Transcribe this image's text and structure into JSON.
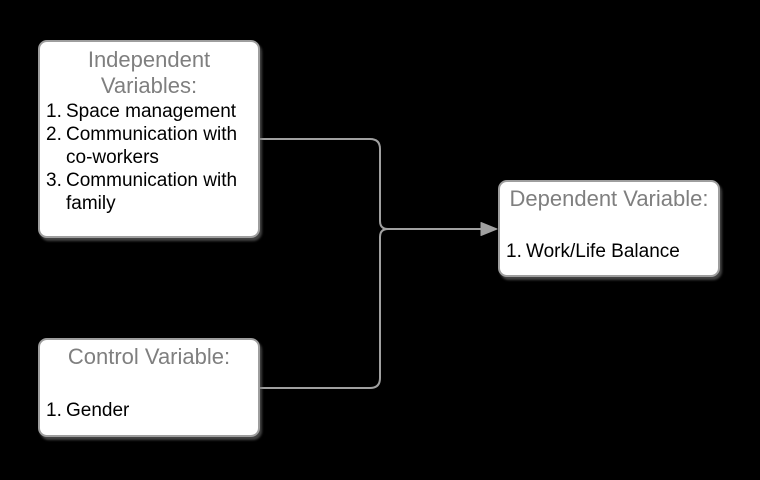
{
  "canvas": {
    "background": "#000000"
  },
  "colors": {
    "box_fill": "#ffffff",
    "box_border": "#9e9e9e",
    "title_text": "#7f7f7f",
    "list_text": "#000000",
    "connector": "#a0a0a0"
  },
  "boxes": {
    "independent": {
      "title": "Independent\nVariables:",
      "items": [
        {
          "num": "1.",
          "text": "Space management"
        },
        {
          "num": "2.",
          "text": "Communication with co-workers"
        },
        {
          "num": "3.",
          "text": "Communication with family"
        }
      ]
    },
    "control": {
      "title": "Control Variable:",
      "items": [
        {
          "num": "1.",
          "text": "Gender"
        }
      ]
    },
    "dependent": {
      "title": "Dependent Variable:",
      "items": [
        {
          "num": "1.",
          "text": "Work/Life Balance"
        }
      ]
    }
  }
}
